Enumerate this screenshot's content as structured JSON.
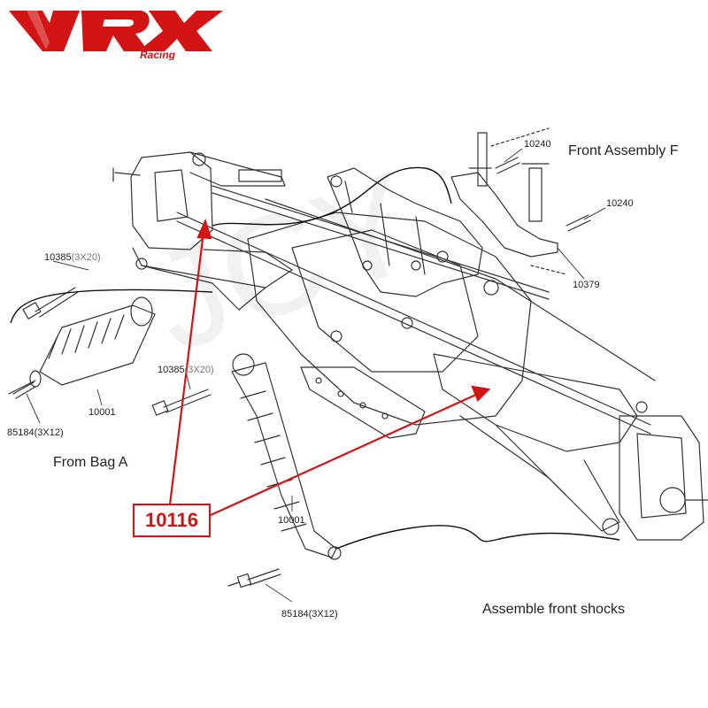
{
  "brand": {
    "name": "VRX",
    "tagline": "Racing",
    "color": "#d21414"
  },
  "labels": {
    "front_assembly": "Front Assembly F",
    "from_bag": "From Bag A",
    "assemble_shocks": "Assemble front shocks"
  },
  "parts": {
    "p10240_a": "10240",
    "p10240_b": "10240",
    "p10379": "10379",
    "p10385_left": {
      "num": "10385",
      "size": "(3X20)"
    },
    "p10385_mid": {
      "num": "10385",
      "size": "(3X20)"
    },
    "p10001_left": "10001",
    "p10001_mid": "10001",
    "p85184_left": "85184(3X12)",
    "p85184_bottom": "85184(3X12)"
  },
  "callout": {
    "part": "10116",
    "color": "#d21414"
  },
  "colors": {
    "line": "#333333",
    "accent": "#d21414",
    "watermark": "#eeeeee"
  }
}
